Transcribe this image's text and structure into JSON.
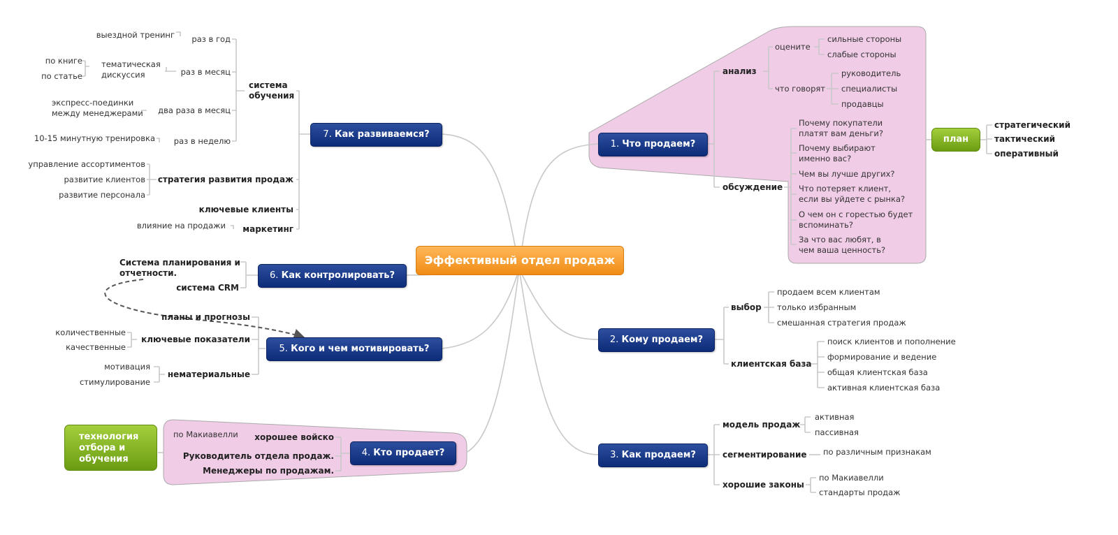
{
  "central": "Эффективный отдел продаж",
  "topics": {
    "t1": {
      "num": "1.",
      "label": "Что продаем?"
    },
    "t2": {
      "num": "2.",
      "label": "Кому продаем?"
    },
    "t3": {
      "num": "3.",
      "label": "Как продаем?"
    },
    "t4": {
      "num": "4.",
      "label": "Кто продает?"
    },
    "t5": {
      "num": "5.",
      "label": "Кого и чем мотивировать?"
    },
    "t6": {
      "num": "6.",
      "label": "Как контролировать?"
    },
    "t7": {
      "num": "7.",
      "label": "Как развиваемся?"
    }
  },
  "t1": {
    "analysis": "анализ",
    "evaluate": "оцените",
    "strengths": "сильные стороны",
    "weaknesses": "слабые стороны",
    "say": "что говорят",
    "manager": "руководитель",
    "specialists": "специалисты",
    "sellers": "продавцы",
    "discussion": "обсуждение",
    "q1": "Почему покупатели платят вам деньги?",
    "q2": "Почему выбирают именно вас?",
    "q3": "Чем вы лучше других?",
    "q4": "Что потеряет клиент, если вы уйдете с рынка?",
    "q5": "О чем он с горестью будет вспоминать?",
    "q6": "За что вас любят, в чем ваша ценность?",
    "plan": "план",
    "strategic": "стратегический",
    "tactical": "тактический",
    "operational": "оперативный"
  },
  "t2": {
    "choice": "выбор",
    "all": "продаем всем клиентам",
    "selected": "только избранным",
    "mixed": "смешанная стратегия продаж",
    "base": "клиентская база",
    "search": "поиск клиентов и пополнение",
    "forming": "формирование и ведение",
    "general": "общая клиентская база",
    "active": "активная клиентская база"
  },
  "t3": {
    "model": "модель продаж",
    "active": "активная",
    "passive": "пассивная",
    "segmentation": "сегментирование",
    "by_signs": "по различным признакам",
    "laws": "хорошие законы",
    "machiavelli": "по Макиавелли",
    "standards": "стандарты продаж"
  },
  "t4": {
    "army": "хорошее войско",
    "machiavelli": "по Макиавелли",
    "head": "Руководитель отдела продаж.",
    "managers": "Менеджеры по продажам.",
    "tech": "технология отбора и обучения"
  },
  "t5": {
    "plans": "планы и прогнозы",
    "kpi": "ключевые показатели",
    "quant": "количественные",
    "qual": "качественные",
    "nonmat": "нематериальные",
    "motivation": "мотивация",
    "stimulation": "стимулирование"
  },
  "t6": {
    "system": "Система планирования и отчетности.",
    "crm": "система CRM"
  },
  "t7": {
    "training": "система обучения",
    "yearly": "раз в год",
    "outdoor": "выездной тренинг",
    "monthly": "раз в месяц",
    "thematic": "тематическая дискуссия",
    "book": "по книге",
    "article": "по статье",
    "twice": "два раза в месяц",
    "express": "экспресс-поединки между менеджерами",
    "weekly": "раз в неделю",
    "minute": "10-15 минутную тренировка",
    "strategy": "стратегия развития продаж",
    "assortment": "управление ассортиментов",
    "clients_dev": "развитие клиентов",
    "staff_dev": "развитие персонала",
    "key_clients": "ключевые клиенты",
    "marketing": "маркетинг",
    "influence": "влияние на продажи"
  },
  "colors": {
    "topic": "#0d2b79",
    "central": "#f39322",
    "boundary": "#f0cce6",
    "green": "#7cb01f",
    "line": "#c8c8c8"
  }
}
